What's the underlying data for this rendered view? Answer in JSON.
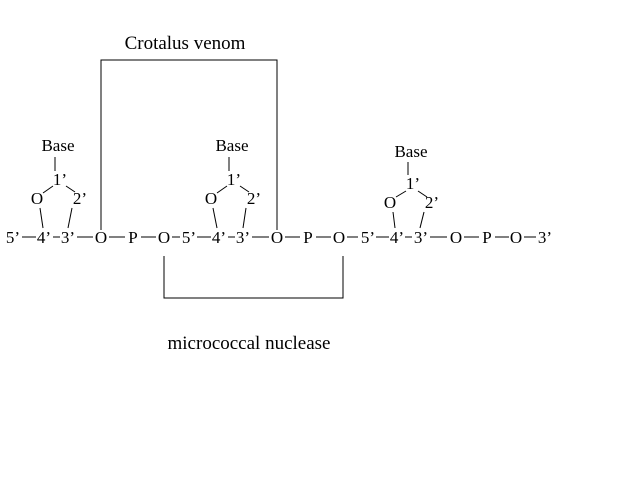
{
  "enzymes": {
    "crotalus": "Crotalus venom",
    "micrococcal": "micrococcal  nuclease"
  },
  "atoms": {
    "base": "Base",
    "c1": "1’",
    "c2": "2’",
    "c3": "3’",
    "c4": "4’",
    "c5": "5’",
    "o": "O",
    "p": "P"
  }
}
